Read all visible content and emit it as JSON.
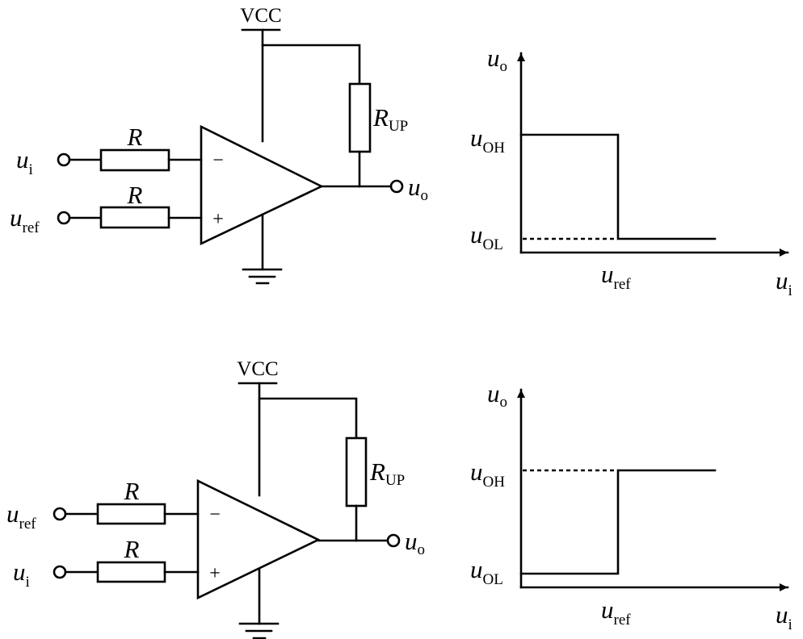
{
  "circuits": [
    {
      "id": "inverting-comparator",
      "supply_label": "VCC",
      "pullup": {
        "symbol": "R",
        "subscript": "UP"
      },
      "input_resistor_label": "R",
      "inverting_input": {
        "symbol": "u",
        "subscript": "i"
      },
      "noninverting_input": {
        "symbol": "u",
        "subscript": "ref"
      },
      "inverting_sign": "−",
      "noninverting_sign": "+",
      "output": {
        "symbol": "u",
        "subscript": "o"
      }
    },
    {
      "id": "noninverting-comparator",
      "supply_label": "VCC",
      "pullup": {
        "symbol": "R",
        "subscript": "UP"
      },
      "input_resistor_label": "R",
      "inverting_input": {
        "symbol": "u",
        "subscript": "ref"
      },
      "noninverting_input": {
        "symbol": "u",
        "subscript": "i"
      },
      "inverting_sign": "−",
      "noninverting_sign": "+",
      "output": {
        "symbol": "u",
        "subscript": "o"
      }
    }
  ],
  "graphs": [
    {
      "id": "inverting-transfer",
      "y_axis": {
        "symbol": "u",
        "subscript": "o"
      },
      "x_axis": {
        "symbol": "u",
        "subscript": "i"
      },
      "high_level": {
        "symbol": "u",
        "subscript": "OH"
      },
      "low_level": {
        "symbol": "u",
        "subscript": "OL"
      },
      "threshold": {
        "symbol": "u",
        "subscript": "ref"
      },
      "behavior": "output high below threshold, low above threshold"
    },
    {
      "id": "noninverting-transfer",
      "y_axis": {
        "symbol": "u",
        "subscript": "o"
      },
      "x_axis": {
        "symbol": "u",
        "subscript": "i"
      },
      "high_level": {
        "symbol": "u",
        "subscript": "OH"
      },
      "low_level": {
        "symbol": "u",
        "subscript": "OL"
      },
      "threshold": {
        "symbol": "u",
        "subscript": "ref"
      },
      "behavior": "output low below threshold, high above threshold"
    }
  ]
}
